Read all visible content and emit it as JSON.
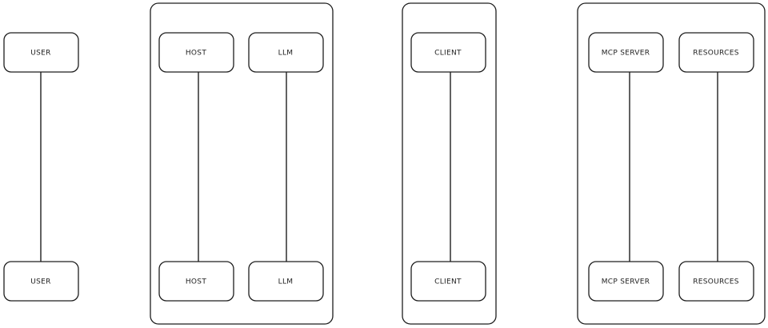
{
  "diagram": {
    "type": "sequence-lifelines",
    "stroke_color": "#1e1e1e",
    "background": "#ffffff",
    "groups": [
      "host-group",
      "client-group",
      "server-group"
    ],
    "participants": [
      {
        "id": "user",
        "label": "USER"
      },
      {
        "id": "host",
        "label": "HOST",
        "group": "host-group"
      },
      {
        "id": "llm",
        "label": "LLM",
        "group": "host-group"
      },
      {
        "id": "client",
        "label": "CLIENT",
        "group": "client-group"
      },
      {
        "id": "mcp-server",
        "label": "MCP SERVER",
        "group": "server-group"
      },
      {
        "id": "resources",
        "label": "RESOURCES",
        "group": "server-group"
      }
    ]
  }
}
